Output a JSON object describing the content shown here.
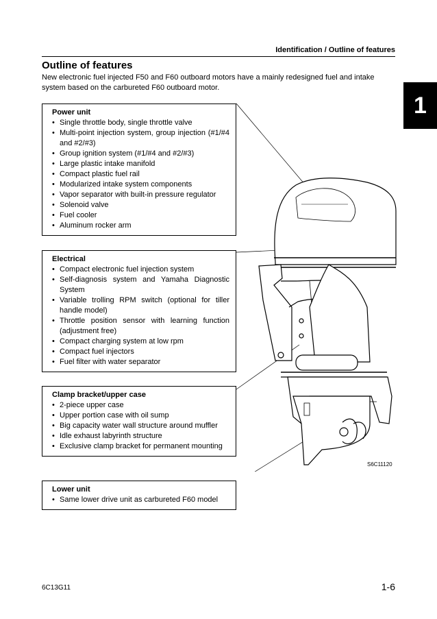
{
  "header": {
    "title": "Identification / Outline of features"
  },
  "chapter_tab": "1",
  "section": {
    "title": "Outline of features",
    "intro": "New electronic fuel injected F50 and F60 outboard motors have a mainly redesigned fuel and intake system based on the carbureted F60 outboard motor."
  },
  "boxes": [
    {
      "title": "Power unit",
      "items": [
        "Single throttle body, single throttle valve",
        "Multi-point injection system, group injection (#1/#4 and #2/#3)",
        "Group ignition system (#1/#4 and #2/#3)",
        "Large plastic intake manifold",
        "Compact plastic fuel rail",
        "Modularized intake system components",
        "Vapor separator with built-in pressure regulator",
        "Solenoid valve",
        "Fuel cooler",
        "Aluminum rocker arm"
      ]
    },
    {
      "title": "Electrical",
      "items": [
        "Compact electronic fuel injection system",
        "Self-diagnosis system and Yamaha Diagnostic System",
        "Variable trolling RPM switch (optional for tiller handle model)",
        "Throttle position sensor with learning function (adjustment free)",
        "Compact charging system at low rpm",
        "Compact fuel injectors",
        "Fuel filter with water separator"
      ]
    },
    {
      "title": "Clamp bracket/upper case",
      "items": [
        "2-piece upper case",
        "Upper portion case with oil sump",
        "Big capacity water wall structure around muffler",
        "Idle exhaust labyrinth structure",
        "Exclusive clamp bracket for permanent mounting"
      ]
    },
    {
      "title": "Lower unit",
      "items": [
        "Same lower drive unit as carbureted F60 model"
      ]
    }
  ],
  "figure": {
    "code": "S6C11120"
  },
  "footer": {
    "left": "6C13G11",
    "right": "1-6"
  }
}
